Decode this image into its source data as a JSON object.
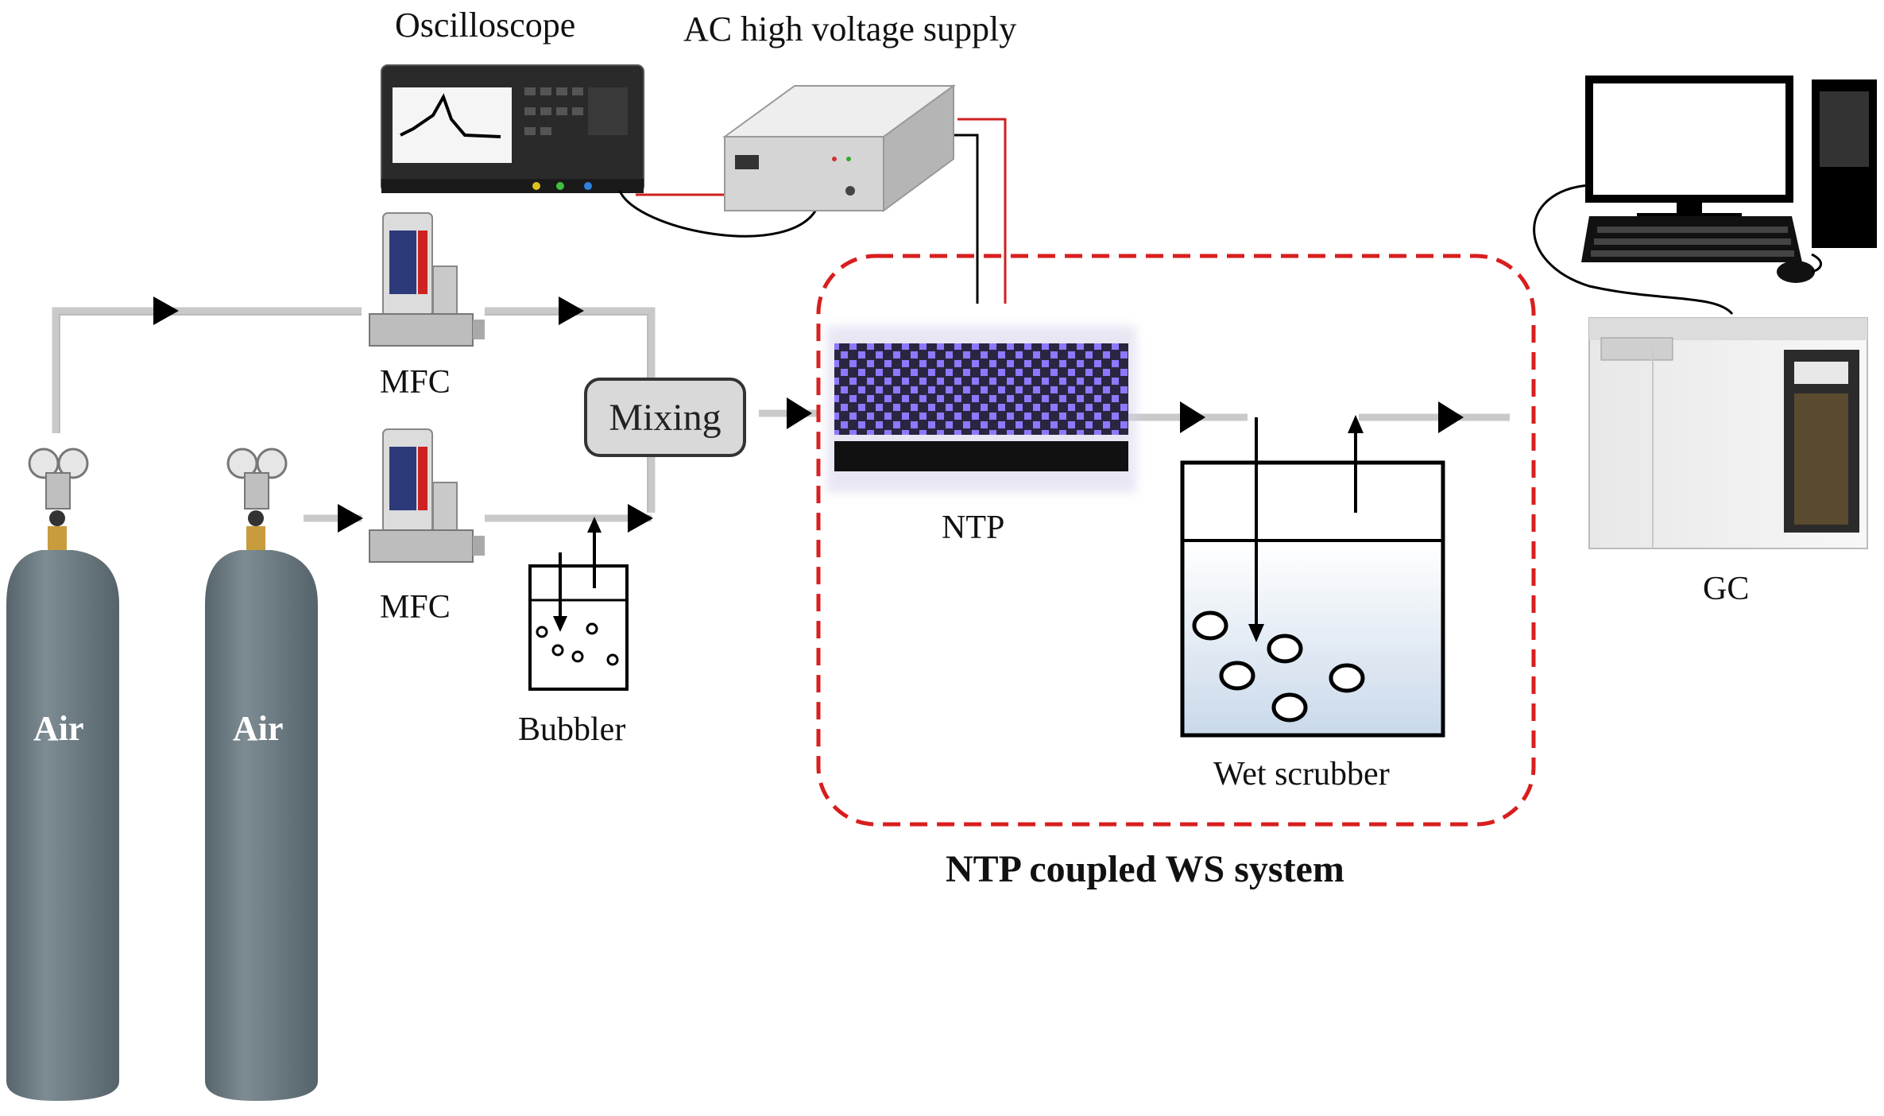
{
  "labels": {
    "oscilloscope": "Oscilloscope",
    "ac_supply": "AC high voltage supply",
    "mfc_top": "MFC",
    "mfc_bottom": "MFC",
    "mixing": "Mixing",
    "bubbler": "Bubbler",
    "ntp": "NTP",
    "wet_scrubber": "Wet scrubber",
    "gc": "GC",
    "system": "NTP coupled WS system",
    "tank_left": "Air",
    "tank_right": "Air"
  },
  "colors": {
    "tank": "#6b7a80",
    "pipe": "#c8c8c8",
    "dashed_box": "#d81e1e",
    "plasma": "#7b5cff",
    "water": "#dde8f2",
    "wire_red": "#d02020"
  },
  "icons": [
    "gas-cylinder-icon",
    "pressure-regulator-icon",
    "mass-flow-controller-icon",
    "oscilloscope-icon",
    "power-supply-icon",
    "computer-icon",
    "gas-chromatograph-icon",
    "flow-arrow-icon"
  ]
}
